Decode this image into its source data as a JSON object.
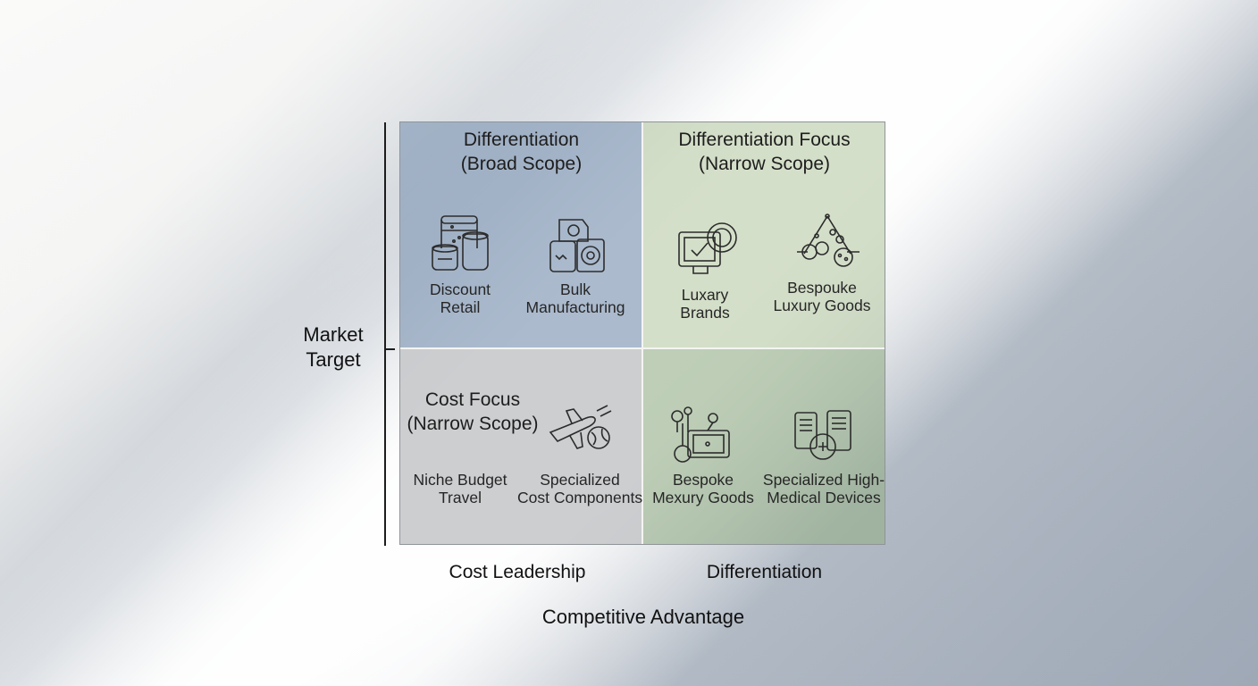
{
  "y_axis": {
    "title_line1": "Market",
    "title_line2": "Target"
  },
  "x_axis": {
    "title": "Competitive Advantage",
    "categories": [
      "Cost Leadership",
      "Differentiation"
    ]
  },
  "quadrants": {
    "top_left": {
      "title_line1": "Differentiation",
      "title_line2": "(Broad Scope)",
      "color": "#8aa0ba",
      "items": [
        {
          "line1": "Discount",
          "line2": "Retail",
          "icon": "stacked-containers-icon"
        },
        {
          "line1": "Bulk",
          "line2": "Manufacturing",
          "icon": "industrial-machine-icon"
        }
      ]
    },
    "top_right": {
      "title_line1": "Differentiation Focus",
      "title_line2": "(Narrow Scope)",
      "color": "#baccA8",
      "items": [
        {
          "line1": "Luxary",
          "line2": "Brands",
          "icon": "monitor-badge-icon"
        },
        {
          "line1": "Bespouke",
          "line2": "Luxury Goods",
          "icon": "gem-tent-icon"
        }
      ]
    },
    "bottom_left": {
      "title_line1": "Cost Focus",
      "title_line2": "(Narrow Scope)",
      "color": "#c4c6c8",
      "items": [
        {
          "line1": "Niche Budget",
          "line2": "Travel",
          "icon": ""
        },
        {
          "line1": "Specialized",
          "line2": "Cost Components",
          "icon": "airplane-globe-icon"
        }
      ]
    },
    "bottom_right": {
      "title": "",
      "color": "#96b08a",
      "items": [
        {
          "line1": "Bespoke",
          "line2": "Mexury Goods",
          "icon": "screen-network-icon"
        },
        {
          "line1": "Specialized High-",
          "line2": "Medical Devices",
          "icon": "medical-device-icon"
        }
      ]
    }
  }
}
